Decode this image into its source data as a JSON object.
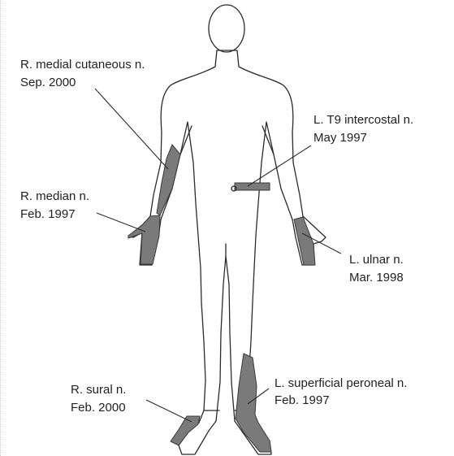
{
  "figure": {
    "colors": {
      "shade": "#7a7a7a",
      "outline": "#2b2b2b",
      "text": "#222222"
    },
    "annotations": [
      {
        "key": "r_medial_cutaneous",
        "nerve": "R. medial cutaneous n.",
        "date": "Sep. 2000"
      },
      {
        "key": "l_t9_intercostal",
        "nerve": "L. T9 intercostal n.",
        "date": "May 1997"
      },
      {
        "key": "r_median",
        "nerve": "R. median n.",
        "date": "Feb. 1997"
      },
      {
        "key": "l_ulnar",
        "nerve": "L. ulnar n.",
        "date": "Mar. 1998"
      },
      {
        "key": "r_sural",
        "nerve": "R. sural n.",
        "date": "Feb. 2000"
      },
      {
        "key": "l_superficial_peroneal",
        "nerve": "L. superficial peroneal n.",
        "date": "Feb. 1997"
      }
    ]
  }
}
